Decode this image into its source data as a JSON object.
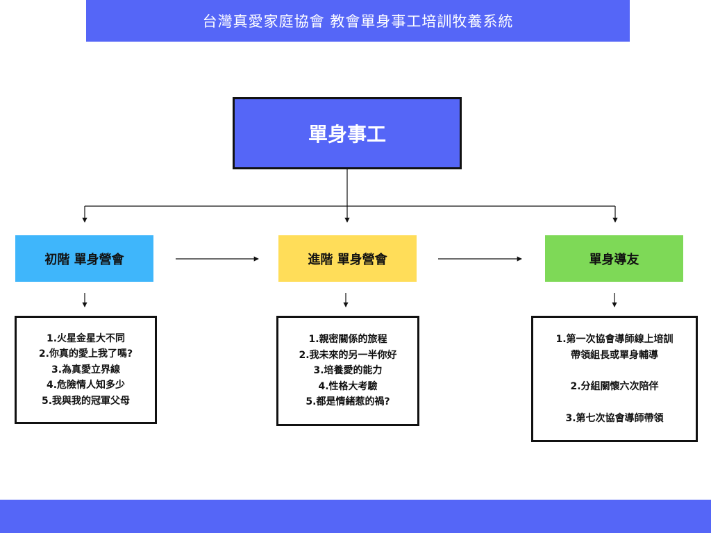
{
  "header": {
    "title": "台灣真愛家庭協會 教會單身事工培訓牧養系統"
  },
  "root": {
    "label": "單身事工"
  },
  "stages": [
    {
      "label": "初階  單身營會"
    },
    {
      "label": "進階  單身營會"
    },
    {
      "label": "單身導友"
    }
  ],
  "details": [
    {
      "items": [
        "1.火星金星大不同",
        "2.你真的愛上我了嗎?",
        "3.為真愛立界線",
        "4.危險情人知多少",
        "5.我與我的冠軍父母"
      ]
    },
    {
      "items": [
        "1.親密關係的旅程",
        "2.我未來的另一半你好",
        "3.培養愛的能力",
        "4.性格大考驗",
        "5.都是情緒惹的禍?"
      ]
    },
    {
      "items": [
        "1.第一次協會導師線上培訓",
        "帶領組長或單身輔導",
        "2.分組關懷六次陪伴",
        "3.第七次協會導師帶領"
      ]
    }
  ],
  "colors": {
    "header": "#5566f7",
    "root": "#5566f7",
    "stage_basic": "#3fb6fb",
    "stage_advanced": "#ffdd59",
    "stage_mentor": "#7ed957",
    "footer": "#5566f7"
  }
}
